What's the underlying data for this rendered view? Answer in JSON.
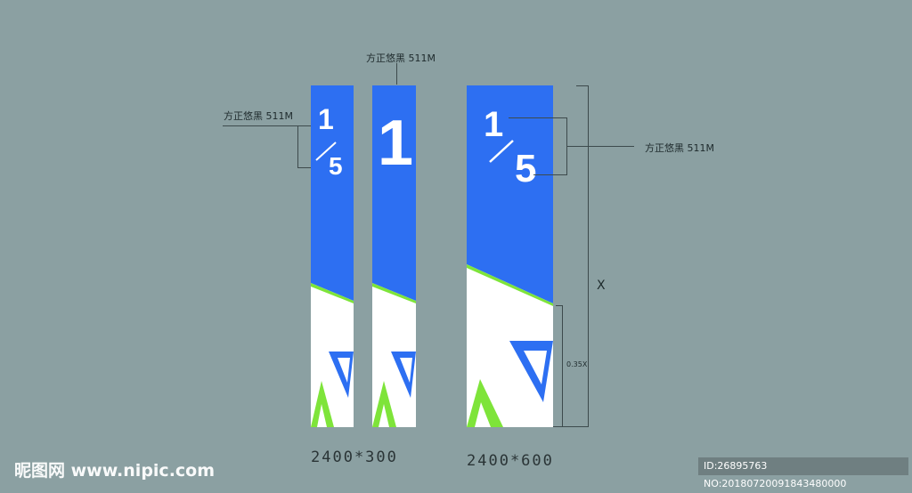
{
  "annotations": {
    "font_label_top": "方正悠黑 511M",
    "font_label_left": "方正悠黑 511M",
    "font_label_right": "方正悠黑 511M",
    "height_label": "X",
    "ratio_label": "0.35X"
  },
  "signs": {
    "sign1": {
      "numerator": "1",
      "denominator": "5"
    },
    "sign2": {
      "number": "1"
    },
    "sign3": {
      "numerator": "1",
      "denominator": "5"
    }
  },
  "sizes": {
    "small": "2400*300",
    "large": "2400*600"
  },
  "watermark": {
    "left": "昵图网 www.nipic.com",
    "right": "ID:26895763 NO:20180720091843480000"
  },
  "colors": {
    "background": "#8ba0a2",
    "blue": "#2d6ff2",
    "green": "#7ee43a",
    "white": "#ffffff"
  }
}
